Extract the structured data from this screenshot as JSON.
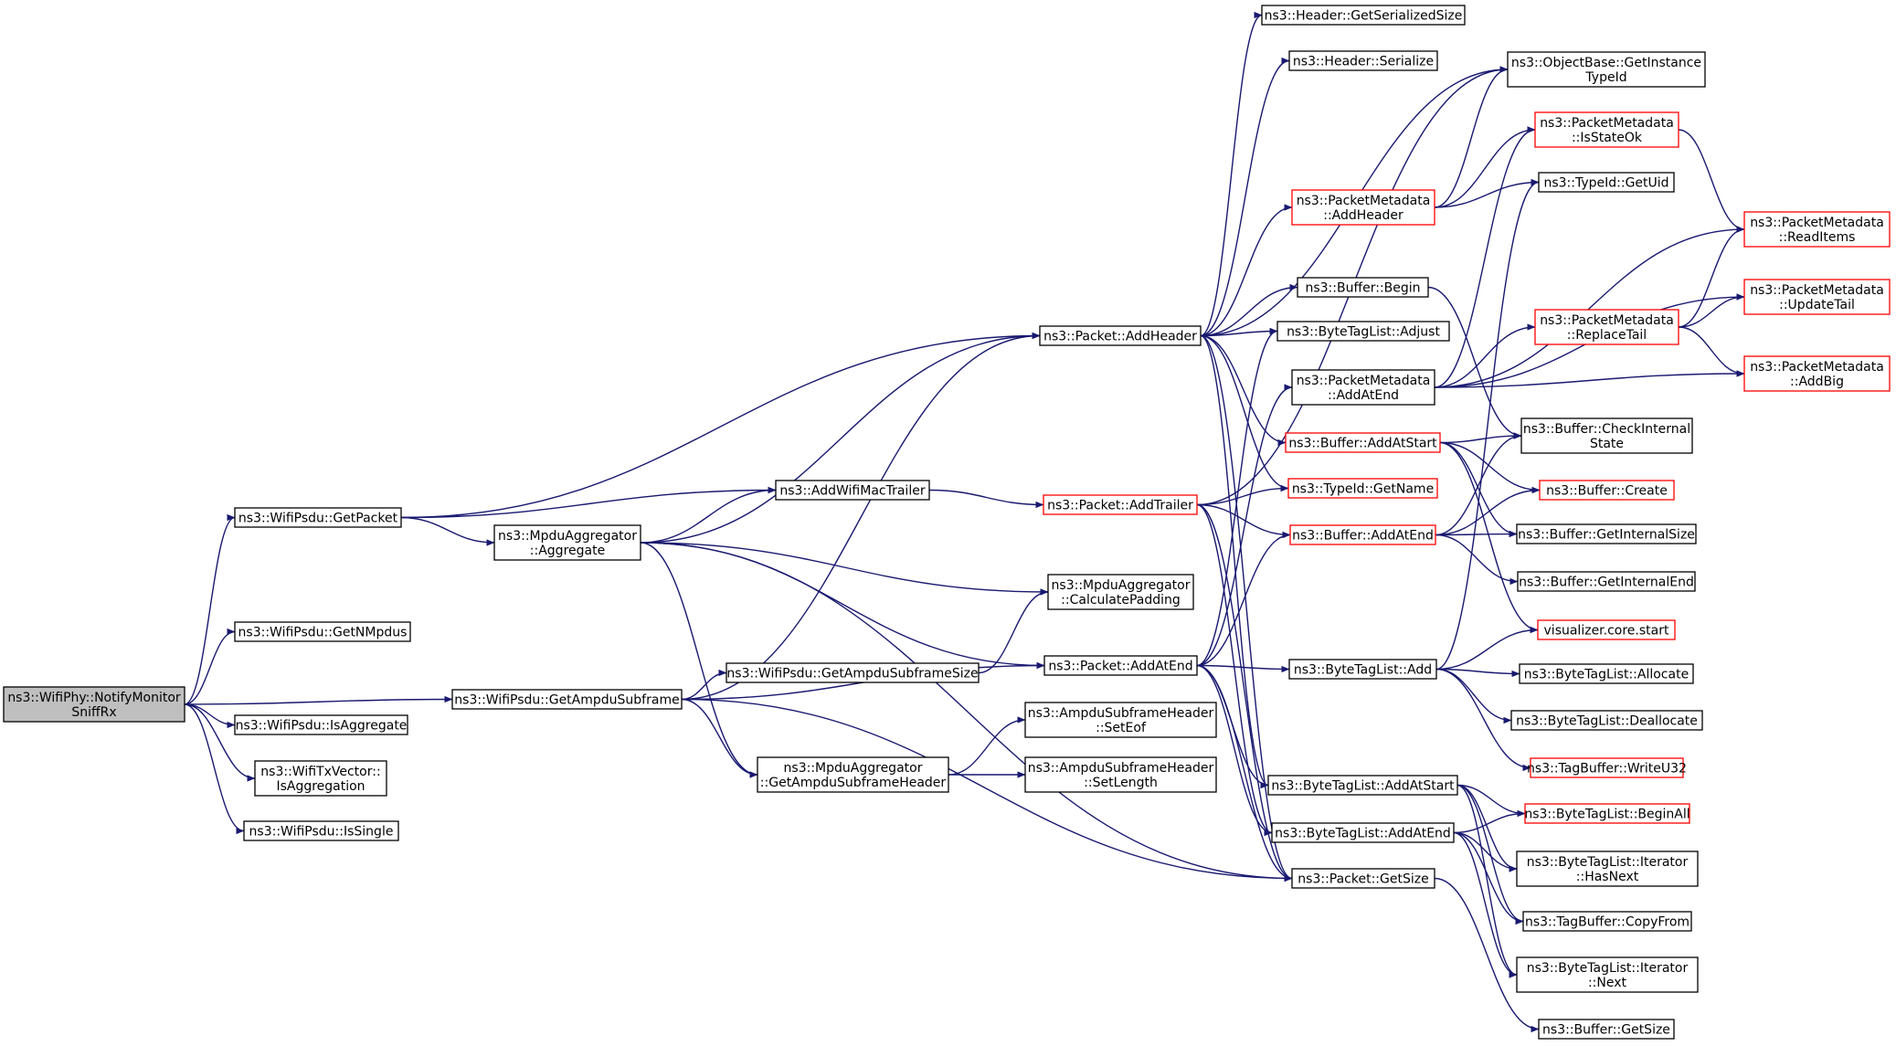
{
  "colors": {
    "edge": "#191970",
    "node_border": "#000000",
    "node_border_truncated": "#ff0000",
    "node_fill": "#ffffff",
    "root_fill": "#bfbfbf"
  },
  "nodes": [
    {
      "id": "root",
      "lines": [
        "ns3::WifiPhy::NotifyMonitor",
        "SniffRx"
      ],
      "style": "root"
    },
    {
      "id": "getPacket",
      "lines": [
        "ns3::WifiPsdu::GetPacket"
      ],
      "style": "normal"
    },
    {
      "id": "getNMpdus",
      "lines": [
        "ns3::WifiPsdu::GetNMpdus"
      ],
      "style": "normal"
    },
    {
      "id": "getAmpduSubframe",
      "lines": [
        "ns3::WifiPsdu::GetAmpduSubframe"
      ],
      "style": "normal"
    },
    {
      "id": "isAggregate",
      "lines": [
        "ns3::WifiPsdu::IsAggregate"
      ],
      "style": "normal"
    },
    {
      "id": "isAggregation",
      "lines": [
        "ns3::WifiTxVector::",
        "IsAggregation"
      ],
      "style": "normal"
    },
    {
      "id": "isSingle",
      "lines": [
        "ns3::WifiPsdu::IsSingle"
      ],
      "style": "normal"
    },
    {
      "id": "aggregate",
      "lines": [
        "ns3::MpduAggregator",
        "::Aggregate"
      ],
      "style": "normal"
    },
    {
      "id": "addWifiMacTrailer",
      "lines": [
        "ns3::AddWifiMacTrailer"
      ],
      "style": "normal"
    },
    {
      "id": "getAmpduSubframeSize",
      "lines": [
        "ns3::WifiPsdu::GetAmpduSubframeSize"
      ],
      "style": "normal"
    },
    {
      "id": "getAmpduSubframeHeader",
      "lines": [
        "ns3::MpduAggregator",
        "::GetAmpduSubframeHeader"
      ],
      "style": "normal"
    },
    {
      "id": "pktAddHeader",
      "lines": [
        "ns3::Packet::AddHeader"
      ],
      "style": "normal"
    },
    {
      "id": "pktAddTrailer",
      "lines": [
        "ns3::Packet::AddTrailer"
      ],
      "style": "truncated"
    },
    {
      "id": "calcPadding",
      "lines": [
        "ns3::MpduAggregator",
        "::CalculatePadding"
      ],
      "style": "normal"
    },
    {
      "id": "pktAddAtEnd",
      "lines": [
        "ns3::Packet::AddAtEnd"
      ],
      "style": "normal"
    },
    {
      "id": "setEof",
      "lines": [
        "ns3::AmpduSubframeHeader",
        "::SetEof"
      ],
      "style": "normal"
    },
    {
      "id": "setLength",
      "lines": [
        "ns3::AmpduSubframeHeader",
        "::SetLength"
      ],
      "style": "normal"
    },
    {
      "id": "hdrGetSerSize",
      "lines": [
        "ns3::Header::GetSerializedSize"
      ],
      "style": "normal"
    },
    {
      "id": "hdrSerialize",
      "lines": [
        "ns3::Header::Serialize"
      ],
      "style": "normal"
    },
    {
      "id": "pmAddHeader",
      "lines": [
        "ns3::PacketMetadata",
        "::AddHeader"
      ],
      "style": "truncated"
    },
    {
      "id": "bufBegin",
      "lines": [
        "ns3::Buffer::Begin"
      ],
      "style": "normal"
    },
    {
      "id": "btlAdjust",
      "lines": [
        "ns3::ByteTagList::Adjust"
      ],
      "style": "normal"
    },
    {
      "id": "pmAddAtEnd",
      "lines": [
        "ns3::PacketMetadata",
        "::AddAtEnd"
      ],
      "style": "normal"
    },
    {
      "id": "bufAddAtStart",
      "lines": [
        "ns3::Buffer::AddAtStart"
      ],
      "style": "truncated"
    },
    {
      "id": "typeIdGetName",
      "lines": [
        "ns3::TypeId::GetName"
      ],
      "style": "truncated"
    },
    {
      "id": "bufAddAtEnd",
      "lines": [
        "ns3::Buffer::AddAtEnd"
      ],
      "style": "truncated"
    },
    {
      "id": "btlAdd",
      "lines": [
        "ns3::ByteTagList::Add"
      ],
      "style": "normal"
    },
    {
      "id": "btlAddAtStart",
      "lines": [
        "ns3::ByteTagList::AddAtStart"
      ],
      "style": "normal"
    },
    {
      "id": "btlAddAtEnd",
      "lines": [
        "ns3::ByteTagList::AddAtEnd"
      ],
      "style": "normal"
    },
    {
      "id": "pktGetSize",
      "lines": [
        "ns3::Packet::GetSize"
      ],
      "style": "normal"
    },
    {
      "id": "objGetInstTypeId",
      "lines": [
        "ns3::ObjectBase::GetInstance",
        "TypeId"
      ],
      "style": "normal"
    },
    {
      "id": "pmIsStateOk",
      "lines": [
        "ns3::PacketMetadata",
        "::IsStateOk"
      ],
      "style": "truncated"
    },
    {
      "id": "typeIdGetUid",
      "lines": [
        "ns3::TypeId::GetUid"
      ],
      "style": "normal"
    },
    {
      "id": "pmReplaceTail",
      "lines": [
        "ns3::PacketMetadata",
        "::ReplaceTail"
      ],
      "style": "truncated"
    },
    {
      "id": "bufCheckInternal",
      "lines": [
        "ns3::Buffer::CheckInternal",
        "State"
      ],
      "style": "normal"
    },
    {
      "id": "bufCreate",
      "lines": [
        "ns3::Buffer::Create"
      ],
      "style": "truncated"
    },
    {
      "id": "bufGetInternalSize",
      "lines": [
        "ns3::Buffer::GetInternalSize"
      ],
      "style": "normal"
    },
    {
      "id": "bufGetInternalEnd",
      "lines": [
        "ns3::Buffer::GetInternalEnd"
      ],
      "style": "normal"
    },
    {
      "id": "vizStart",
      "lines": [
        "visualizer.core.start"
      ],
      "style": "truncated"
    },
    {
      "id": "btlAllocate",
      "lines": [
        "ns3::ByteTagList::Allocate"
      ],
      "style": "normal"
    },
    {
      "id": "btlDeallocate",
      "lines": [
        "ns3::ByteTagList::Deallocate"
      ],
      "style": "normal"
    },
    {
      "id": "tbWriteU32",
      "lines": [
        "ns3::TagBuffer::WriteU32"
      ],
      "style": "truncated"
    },
    {
      "id": "btlBeginAll",
      "lines": [
        "ns3::ByteTagList::BeginAll"
      ],
      "style": "truncated"
    },
    {
      "id": "btlIterHasNext",
      "lines": [
        "ns3::ByteTagList::Iterator",
        "::HasNext"
      ],
      "style": "normal"
    },
    {
      "id": "tbCopyFrom",
      "lines": [
        "ns3::TagBuffer::CopyFrom"
      ],
      "style": "normal"
    },
    {
      "id": "btlIterNext",
      "lines": [
        "ns3::ByteTagList::Iterator",
        "::Next"
      ],
      "style": "normal"
    },
    {
      "id": "bufGetSize",
      "lines": [
        "ns3::Buffer::GetSize"
      ],
      "style": "normal"
    },
    {
      "id": "pmReadItems",
      "lines": [
        "ns3::PacketMetadata",
        "::ReadItems"
      ],
      "style": "truncated"
    },
    {
      "id": "pmUpdateTail",
      "lines": [
        "ns3::PacketMetadata",
        "::UpdateTail"
      ],
      "style": "truncated"
    },
    {
      "id": "pmAddBig",
      "lines": [
        "ns3::PacketMetadata",
        "::AddBig"
      ],
      "style": "truncated"
    }
  ],
  "edges": [
    [
      "root",
      "getPacket"
    ],
    [
      "root",
      "getNMpdus"
    ],
    [
      "root",
      "getAmpduSubframe"
    ],
    [
      "root",
      "isAggregate"
    ],
    [
      "root",
      "isAggregation"
    ],
    [
      "root",
      "isSingle"
    ],
    [
      "getPacket",
      "pktAddHeader"
    ],
    [
      "getPacket",
      "addWifiMacTrailer"
    ],
    [
      "getPacket",
      "aggregate"
    ],
    [
      "getAmpduSubframe",
      "pktAddHeader"
    ],
    [
      "getAmpduSubframe",
      "getAmpduSubframeSize"
    ],
    [
      "getAmpduSubframe",
      "pktAddAtEnd"
    ],
    [
      "getAmpduSubframe",
      "getAmpduSubframeHeader"
    ],
    [
      "getAmpduSubframe",
      "pktGetSize"
    ],
    [
      "aggregate",
      "pktAddHeader"
    ],
    [
      "aggregate",
      "addWifiMacTrailer"
    ],
    [
      "aggregate",
      "calcPadding"
    ],
    [
      "aggregate",
      "pktAddAtEnd"
    ],
    [
      "aggregate",
      "getAmpduSubframeHeader"
    ],
    [
      "aggregate",
      "pktGetSize"
    ],
    [
      "addWifiMacTrailer",
      "pktAddTrailer"
    ],
    [
      "getAmpduSubframeSize",
      "calcPadding"
    ],
    [
      "getAmpduSubframeHeader",
      "setEof"
    ],
    [
      "getAmpduSubframeHeader",
      "setLength"
    ],
    [
      "pktAddHeader",
      "hdrGetSerSize"
    ],
    [
      "pktAddHeader",
      "hdrSerialize"
    ],
    [
      "pktAddHeader",
      "objGetInstTypeId"
    ],
    [
      "pktAddHeader",
      "pmAddHeader"
    ],
    [
      "pktAddHeader",
      "bufBegin"
    ],
    [
      "pktAddHeader",
      "btlAdjust"
    ],
    [
      "pktAddHeader",
      "bufAddAtStart"
    ],
    [
      "pktAddHeader",
      "typeIdGetName"
    ],
    [
      "pktAddHeader",
      "btlAddAtStart"
    ],
    [
      "pktAddHeader",
      "pktGetSize"
    ],
    [
      "pktAddTrailer",
      "objGetInstTypeId"
    ],
    [
      "pktAddTrailer",
      "typeIdGetName"
    ],
    [
      "pktAddTrailer",
      "bufAddAtEnd"
    ],
    [
      "pktAddTrailer",
      "btlAddAtEnd"
    ],
    [
      "pktAddTrailer",
      "pktGetSize"
    ],
    [
      "pktAddAtEnd",
      "btlAdjust"
    ],
    [
      "pktAddAtEnd",
      "pmAddAtEnd"
    ],
    [
      "pktAddAtEnd",
      "bufAddAtEnd"
    ],
    [
      "pktAddAtEnd",
      "btlAdd"
    ],
    [
      "pktAddAtEnd",
      "btlAddAtStart"
    ],
    [
      "pktAddAtEnd",
      "btlAddAtEnd"
    ],
    [
      "pktAddAtEnd",
      "pktGetSize"
    ],
    [
      "pmAddHeader",
      "objGetInstTypeId"
    ],
    [
      "pmAddHeader",
      "pmIsStateOk"
    ],
    [
      "pmAddHeader",
      "typeIdGetUid"
    ],
    [
      "bufBegin",
      "bufCheckInternal"
    ],
    [
      "pmAddAtEnd",
      "pmIsStateOk"
    ],
    [
      "pmAddAtEnd",
      "pmReadItems"
    ],
    [
      "pmAddAtEnd",
      "pmUpdateTail"
    ],
    [
      "pmAddAtEnd",
      "pmReplaceTail"
    ],
    [
      "pmAddAtEnd",
      "pmAddBig"
    ],
    [
      "pmReplaceTail",
      "pmReadItems"
    ],
    [
      "pmReplaceTail",
      "pmUpdateTail"
    ],
    [
      "pmReplaceTail",
      "pmAddBig"
    ],
    [
      "pmIsStateOk",
      "pmReadItems"
    ],
    [
      "bufAddAtStart",
      "bufCheckInternal"
    ],
    [
      "bufAddAtStart",
      "bufCreate"
    ],
    [
      "bufAddAtStart",
      "bufGetInternalSize"
    ],
    [
      "bufAddAtStart",
      "vizStart"
    ],
    [
      "bufAddAtEnd",
      "bufCheckInternal"
    ],
    [
      "bufAddAtEnd",
      "bufCreate"
    ],
    [
      "bufAddAtEnd",
      "bufGetInternalSize"
    ],
    [
      "bufAddAtEnd",
      "bufGetInternalEnd"
    ],
    [
      "btlAdd",
      "typeIdGetUid"
    ],
    [
      "btlAdd",
      "vizStart"
    ],
    [
      "btlAdd",
      "btlAllocate"
    ],
    [
      "btlAdd",
      "btlDeallocate"
    ],
    [
      "btlAdd",
      "tbWriteU32"
    ],
    [
      "btlAddAtStart",
      "btlBeginAll"
    ],
    [
      "btlAddAtStart",
      "btlIterHasNext"
    ],
    [
      "btlAddAtStart",
      "tbCopyFrom"
    ],
    [
      "btlAddAtStart",
      "btlIterNext"
    ],
    [
      "btlAddAtEnd",
      "btlBeginAll"
    ],
    [
      "btlAddAtEnd",
      "btlIterHasNext"
    ],
    [
      "btlAddAtEnd",
      "tbCopyFrom"
    ],
    [
      "btlAddAtEnd",
      "btlIterNext"
    ],
    [
      "pktGetSize",
      "bufGetSize"
    ]
  ]
}
